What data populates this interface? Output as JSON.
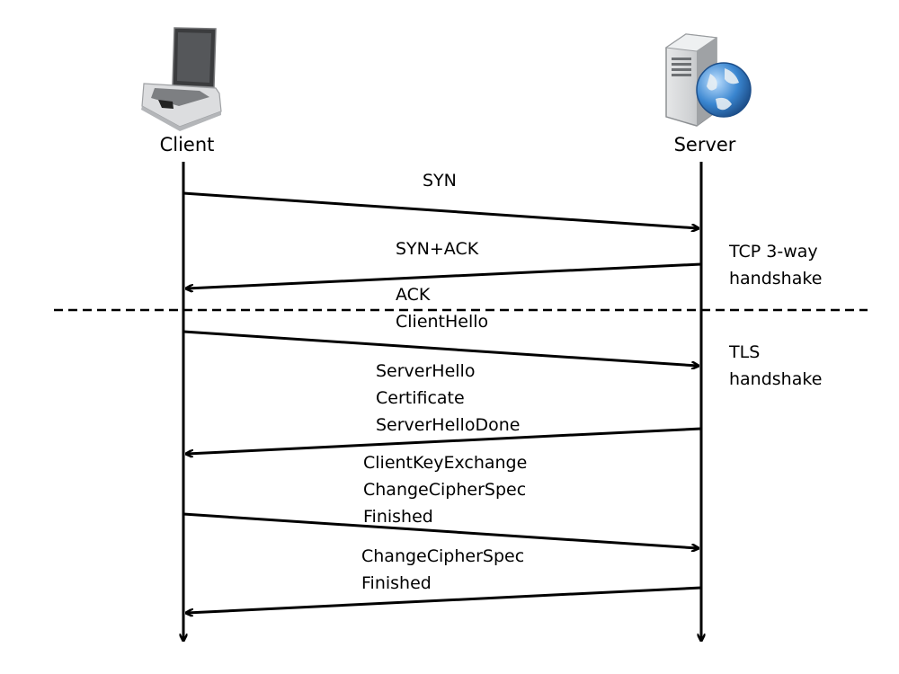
{
  "participants": {
    "client": {
      "label": "Client",
      "icon": "laptop-icon"
    },
    "server": {
      "label": "Server",
      "icon": "web-server-icon"
    }
  },
  "messages": [
    {
      "lines": [
        "SYN"
      ],
      "direction": "client-to-server"
    },
    {
      "lines": [
        "SYN+ACK"
      ],
      "direction": "server-to-client"
    },
    {
      "lines": [
        "ACK",
        "ClientHello"
      ],
      "direction": "client-to-server"
    },
    {
      "lines": [
        "ServerHello",
        "Certificate",
        "ServerHelloDone"
      ],
      "direction": "server-to-client"
    },
    {
      "lines": [
        "ClientKeyExchange",
        "ChangeCipherSpec",
        "Finished"
      ],
      "direction": "client-to-server"
    },
    {
      "lines": [
        "ChangeCipherSpec",
        "Finished"
      ],
      "direction": "server-to-client"
    }
  ],
  "phases": [
    {
      "lines": [
        "TCP 3-way",
        "handshake"
      ]
    },
    {
      "lines": [
        "TLS",
        "handshake"
      ]
    }
  ],
  "colors": {
    "line": "#000000",
    "globe": "#3a7fc4",
    "server_body": "#c9cbcd"
  }
}
